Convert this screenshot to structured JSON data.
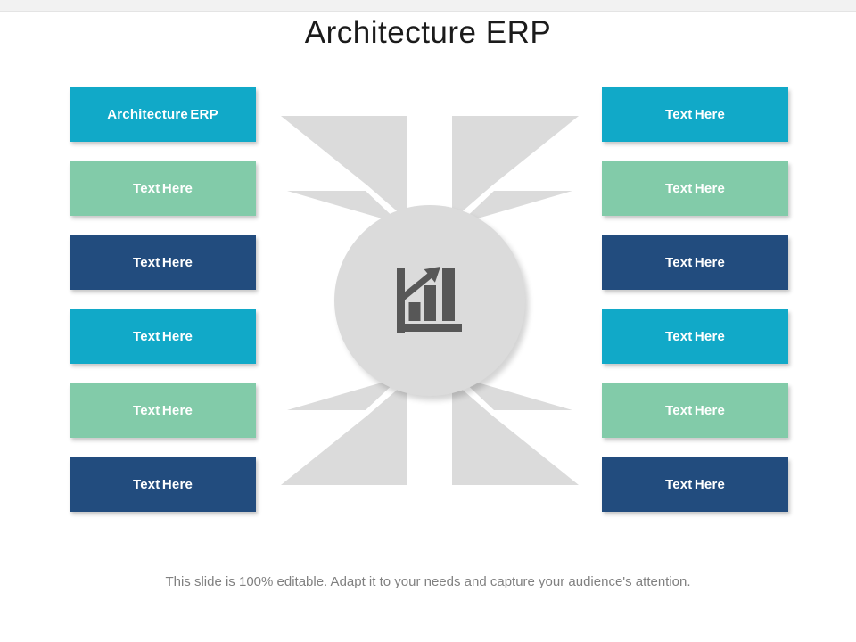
{
  "title": "Architecture ERP",
  "footer": "This slide is 100% editable. Adapt it to your needs and capture your audience's attention.",
  "center": {
    "icon": "growth-bar-chart-icon"
  },
  "colors": {
    "cyan": "#11A9C8",
    "green": "#82CBA9",
    "navy": "#224C7E",
    "shape": "#DBDBDB",
    "icon": "#575757",
    "box_text": "#FFFFFF",
    "title_text": "#1B1B1B",
    "footer_text": "#808080",
    "topbar": "#F2F2F2"
  },
  "columns": {
    "left": [
      {
        "label": "Architecture ERP",
        "color": "cyan"
      },
      {
        "label": "Text Here",
        "color": "green"
      },
      {
        "label": "Text Here",
        "color": "navy"
      },
      {
        "label": "Text Here",
        "color": "cyan"
      },
      {
        "label": "Text Here",
        "color": "green"
      },
      {
        "label": "Text Here",
        "color": "navy"
      }
    ],
    "right": [
      {
        "label": "Text Here",
        "color": "cyan"
      },
      {
        "label": "Text Here",
        "color": "green"
      },
      {
        "label": "Text Here",
        "color": "navy"
      },
      {
        "label": "Text Here",
        "color": "cyan"
      },
      {
        "label": "Text Here",
        "color": "green"
      },
      {
        "label": "Text Here",
        "color": "navy"
      }
    ]
  }
}
